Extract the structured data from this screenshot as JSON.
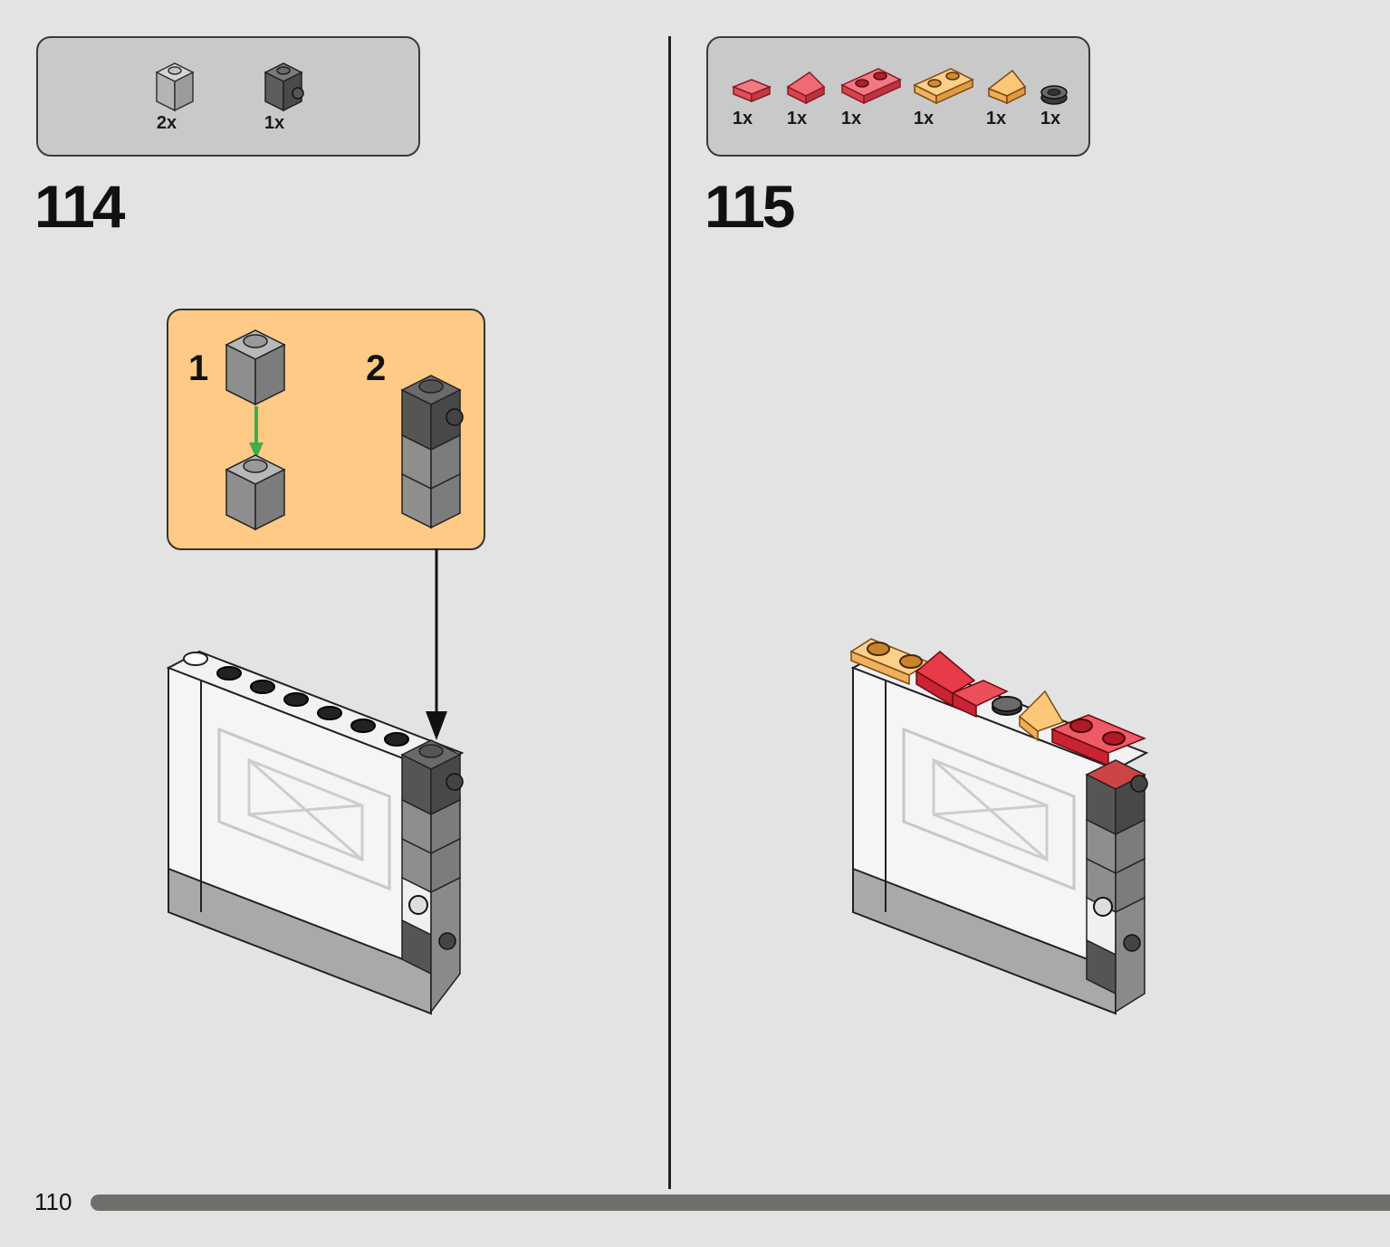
{
  "page": {
    "number": "110"
  },
  "steps": [
    {
      "number": "114",
      "parts": [
        {
          "name": "1x1 brick, light grey",
          "qty": "2x",
          "icon": "light-grey-brick-icon"
        },
        {
          "name": "1x1 brick with stud on side, dark grey",
          "qty": "1x",
          "icon": "dark-grey-side-stud-brick-icon"
        }
      ],
      "subassembly": {
        "labels": [
          "1",
          "2"
        ]
      }
    },
    {
      "number": "115",
      "parts": [
        {
          "name": "1x1 tile, trans red",
          "qty": "1x",
          "icon": "trans-red-tile-icon"
        },
        {
          "name": "1x1 slope, trans red",
          "qty": "1x",
          "icon": "trans-red-slope-icon"
        },
        {
          "name": "1x2 plate, trans red",
          "qty": "1x",
          "icon": "trans-red-plate-icon"
        },
        {
          "name": "1x2 plate, trans orange",
          "qty": "1x",
          "icon": "trans-orange-plate-icon"
        },
        {
          "name": "1x1 slope, trans orange",
          "qty": "1x",
          "icon": "trans-orange-slope-icon"
        },
        {
          "name": "1x1 round tile, dark grey",
          "qty": "1x",
          "icon": "dark-grey-round-tile-icon"
        }
      ]
    }
  ],
  "colors": {
    "background": "#e3e3e3",
    "parts_box": "#c9c9c9",
    "subassembly_box": "#ffca85",
    "arrow_green": "#4caf50",
    "progress": "#6f6e6a"
  }
}
